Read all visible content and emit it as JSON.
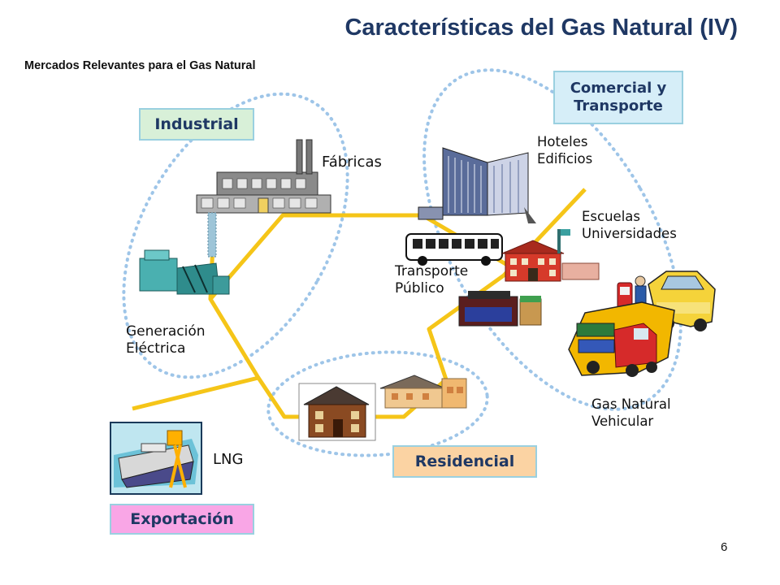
{
  "slide": {
    "title": "Características del Gas Natural (IV)",
    "subtitle": "Mercados Relevantes para el Gas Natural",
    "page_number": "6"
  },
  "categories": {
    "industrial": "Industrial",
    "comercial_line1": "Comercial y",
    "comercial_line2": "Transporte",
    "residencial": "Residencial",
    "exportacion": "Exportación"
  },
  "labels": {
    "fabricas": "Fábricas",
    "hoteles_line1": "Hoteles",
    "hoteles_line2": "Edificios",
    "escuelas_line1": "Escuelas",
    "escuelas_line2": "Universidades",
    "transporte_line1": "Transporte",
    "transporte_line2": "Público",
    "generacion_line1": "Generación",
    "generacion_line2": "Eléctrica",
    "gnv_line1": "Gas Natural",
    "gnv_line2": "Vehicular",
    "lng": "LNG"
  },
  "colors": {
    "pipeline": "#f5c518",
    "dotted_region": "#9ec5e8",
    "title": "#1f3864",
    "industrial_fill": "#d8f0d8",
    "comercial_fill": "#d6eef8",
    "residencial_fill": "#fbd3a3",
    "exportacion_fill": "#f9a6e6"
  },
  "icons": [
    "factory-icon",
    "power-plant-icon",
    "hotel-building-icon",
    "bus-icon",
    "school-icon",
    "shop-icon",
    "house-icon",
    "gas-station-icon",
    "car-icon",
    "truck-icon",
    "lng-ship-icon"
  ]
}
